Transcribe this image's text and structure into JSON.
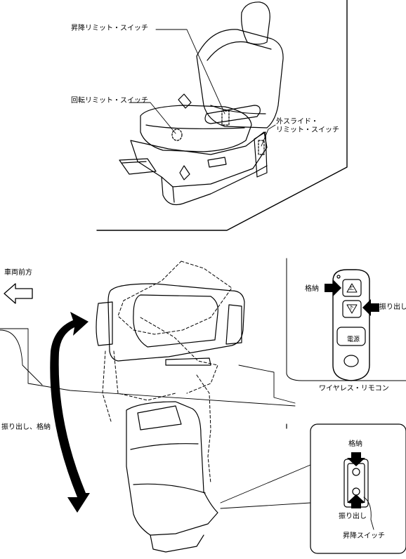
{
  "labels": {
    "lift_limit_switch": "昇降リミット・スイッチ",
    "rotation_limit_switch": "回転リミット・スイッチ",
    "outer_slide_line1": "外スライド・",
    "outer_slide_line2": "リミット・スイッチ",
    "vehicle_front": "車両前方",
    "swing_out_store": "振り出し、格納",
    "remote_store": "格納",
    "remote_swing_out": "振り出し",
    "wireless_remote": "ワイヤレス・リモコン",
    "detail_store": "格納",
    "detail_swing_out": "振り出し",
    "lift_switch": "昇降スイッチ"
  },
  "remote_buttons": {
    "power": "電源",
    "up_symbol": "上",
    "down_symbol": "下"
  }
}
